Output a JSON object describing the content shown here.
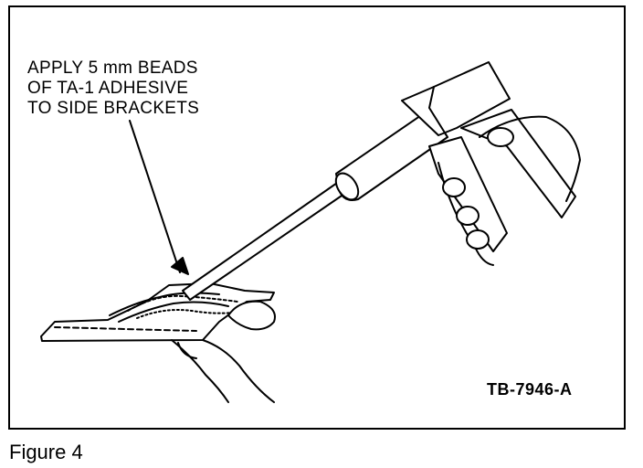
{
  "figure": {
    "callout_lines": [
      "APPLY 5 mm BEADS",
      "OF TA-1 ADHESIVE",
      "TO SIDE BRACKETS"
    ],
    "reference_code": "TB-7946-A",
    "caption": "Figure 4"
  }
}
